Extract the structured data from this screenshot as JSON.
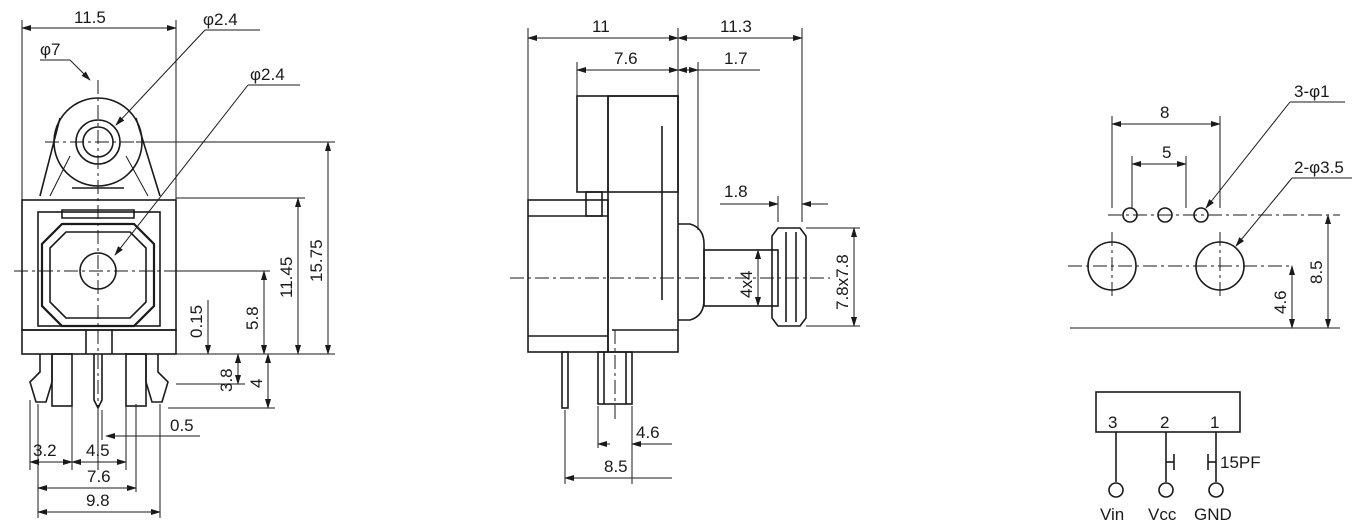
{
  "front_view": {
    "width_top": "11.5",
    "dia_outer": "φ7",
    "dia_top_hole": "φ2.4",
    "dia_center_hole": "φ2.4",
    "h_15_75": "15.75",
    "h_11_45": "11.45",
    "h_5_8": "5.8",
    "h_0_15": "0.15",
    "h_3_8": "3.8",
    "h_4": "4",
    "pin_0_5": "0.5",
    "pin_3_2": "3.2",
    "pin_4_5": "4.5",
    "pin_7_6": "7.6",
    "pin_9_8": "9.8"
  },
  "side_view": {
    "w_11": "11",
    "w_11_3": "11.3",
    "w_7_6": "7.6",
    "w_1_7": "1.7",
    "w_1_8": "1.8",
    "shaft": "4x4",
    "head": "7.8x7.8",
    "w_4_6": "4.6",
    "w_8_5": "8.5"
  },
  "footprint": {
    "w_8": "8",
    "w_5": "5",
    "holes_small": "3-φ1",
    "holes_large": "2-φ3.5",
    "h_8_5": "8.5",
    "h_4_6": "4.6"
  },
  "schematic": {
    "pin3": "3",
    "pin2": "2",
    "pin1": "1",
    "cap": "15PF",
    "vin": "Vin",
    "vcc": "Vcc",
    "gnd": "GND"
  }
}
